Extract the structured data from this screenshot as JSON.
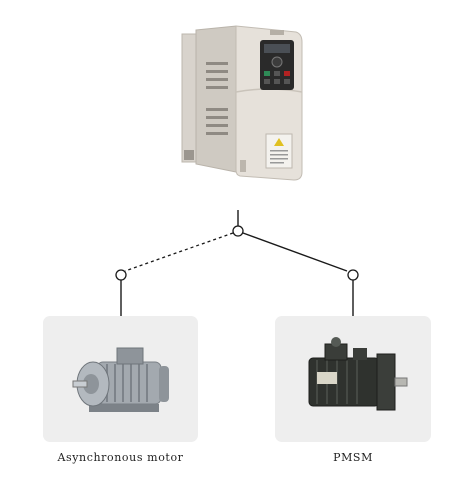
{
  "diagram": {
    "left_label": "Asynchronous motor",
    "right_label": "PMSM",
    "colors": {
      "line": "#1a1a1a",
      "card": "#eeeeee",
      "inverter_body": "#e2ddd6",
      "keypad": "#262626",
      "motor_left": "#9aa0a6",
      "motor_right": "#2c2f2b"
    },
    "icons": [
      "inverter-image",
      "asynchronous-motor-image",
      "pmsm-motor-image"
    ]
  }
}
